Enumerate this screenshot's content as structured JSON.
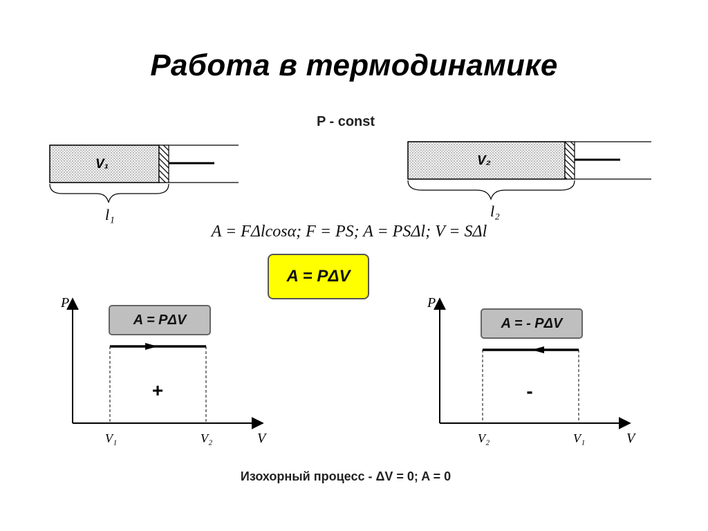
{
  "title": "Работа в термодинамике",
  "condition": "P - const",
  "cylinder_left": {
    "volume_label": "V₁",
    "length_label": "l₁"
  },
  "cylinder_right": {
    "volume_label": "V₂",
    "length_label": "l₂"
  },
  "formula": "A = FΔlcosα; F = PS; A = PSΔl; V = SΔl",
  "main_formula": "A = PΔV",
  "graph_left": {
    "y_axis": "P",
    "x_axis": "V",
    "box_label": "A = PΔV",
    "sign": "+",
    "tick_start": "V₁",
    "tick_end": "V₂"
  },
  "graph_right": {
    "y_axis": "P",
    "x_axis": "V",
    "box_label": "A = - PΔV",
    "sign": "-",
    "tick_start": "V₂",
    "tick_end": "V₁"
  },
  "footer": "Изохорный процесс - ΔV = 0; A = 0"
}
